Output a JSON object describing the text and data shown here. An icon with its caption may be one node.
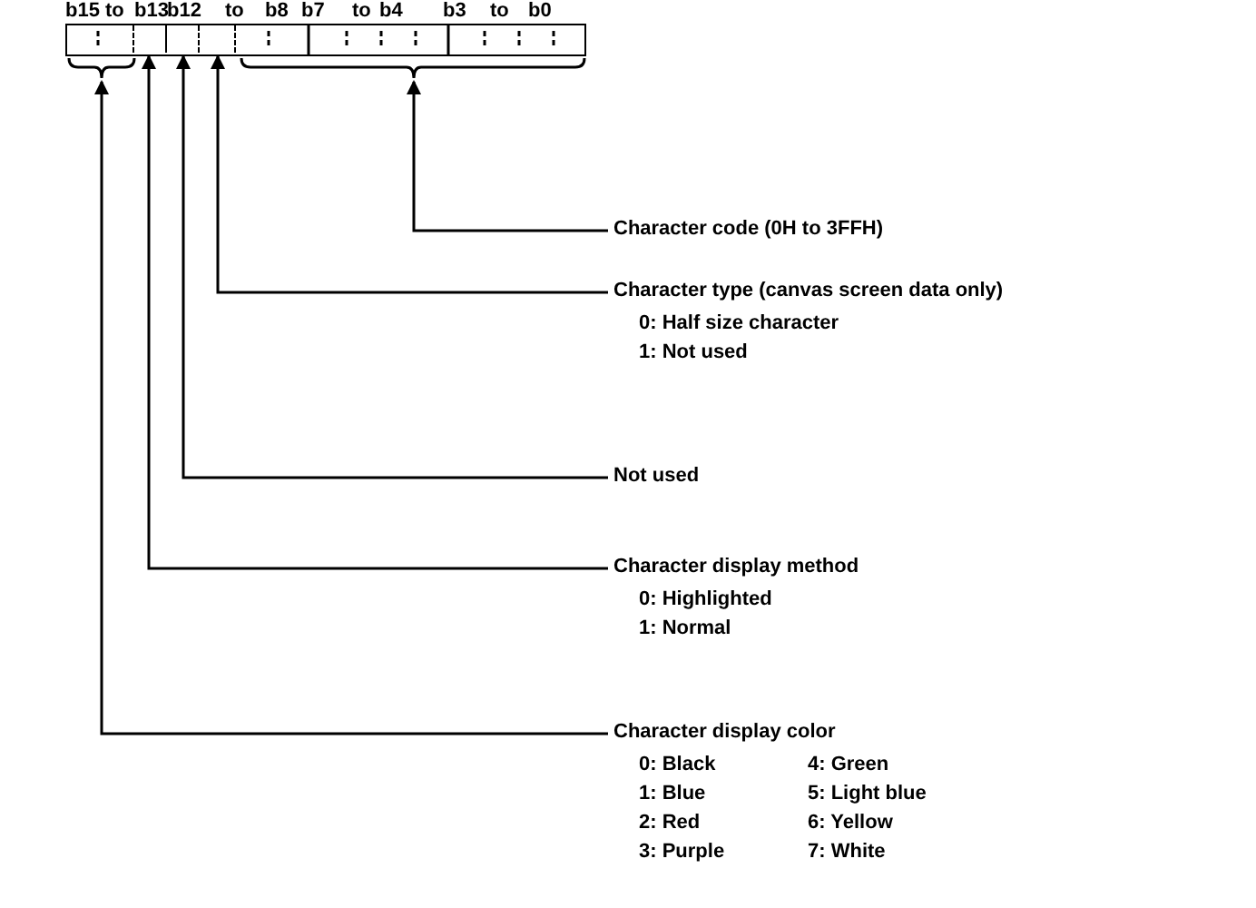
{
  "diagram": {
    "nodes": [
      {
        "text": [],
        "shape": "box"
      },
      {
        "text": [],
        "shape": "box"
      },
      {
        "text": [],
        "shape": "box",
        "in": 0
      },
      {
        "text": [],
        "shape": "box",
        "in": 0
      },
      {
        "text": [],
        "shape": "box",
        "in": 0
      },
      {
        "text": [],
        "shape": "box"
      },
      {
        "text": [
          "Character code (0H to 3FFH)"
        ]
      },
      {
        "text": [
          "Character type (canvas screen data only)",
          "0: Half size character",
          "1: Not used"
        ]
      },
      {
        "text": [
          "Not used"
        ]
      },
      {
        "text": [
          "Character display method",
          "0: Highlighted",
          "1: Normal"
        ]
      },
      {
        "text": [
          "Character display color",
          "0: Black",
          "1: Blue",
          "2: Red",
          "3: Purple",
          "4: Green",
          "5: Light blue",
          "6: Yellow",
          "7: White"
        ]
      }
    ],
    "edges": [
      {
        "from": 6,
        "to": 5,
        "arrow": "to"
      },
      {
        "from": 7,
        "to": 4,
        "arrow": "to"
      },
      {
        "from": 8,
        "to": 3,
        "arrow": "to"
      },
      {
        "from": 9,
        "to": 2,
        "arrow": "to"
      },
      {
        "from": 10,
        "to": 1,
        "arrow": "to"
      }
    ],
    "labels": [
      "b15",
      "to",
      "b13",
      "b12",
      "to",
      "b8",
      "b7",
      "to",
      "b4",
      "b3",
      "to",
      "b0"
    ]
  }
}
